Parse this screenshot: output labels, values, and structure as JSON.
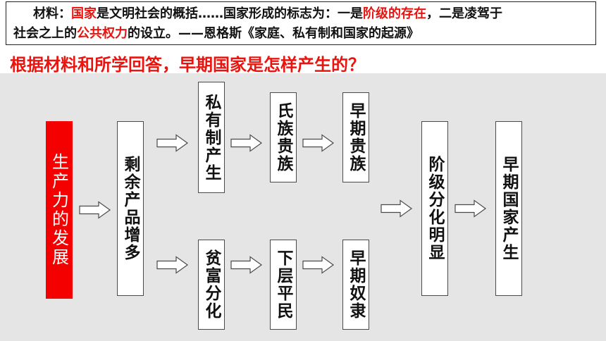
{
  "quote": {
    "line1": [
      {
        "text": "材料：",
        "red": false
      },
      {
        "text": "国家",
        "red": true
      },
      {
        "text": "是文明社会的概括……国家形成的标志为：一是",
        "red": false
      },
      {
        "text": "阶级的存在",
        "red": true
      },
      {
        "text": "，二是凌驾于",
        "red": false
      }
    ],
    "line2": [
      {
        "text": "社会之上的",
        "red": false
      },
      {
        "text": "公共权力",
        "red": true
      },
      {
        "text": "的设立。——恩格斯《家庭、私有制和国家的起源》",
        "red": false
      }
    ]
  },
  "question": "根据材料和所学回答，早期国家是怎样产生的？",
  "colors": {
    "accent_red": "#e8140f",
    "start_box": "#f40000",
    "diagram_bg": "#e5e5e5",
    "box_border": "#4a4a4a"
  },
  "flow": {
    "start": "生产力的发展",
    "surplus": "剩余产品增多",
    "upper": [
      "私有制产生",
      "氏族贵族",
      "早期贵族"
    ],
    "lower": [
      "贫富分化",
      "下层平民",
      "早期奴隶"
    ],
    "class_division": "阶级分化明显",
    "result": "早期国家产生"
  }
}
